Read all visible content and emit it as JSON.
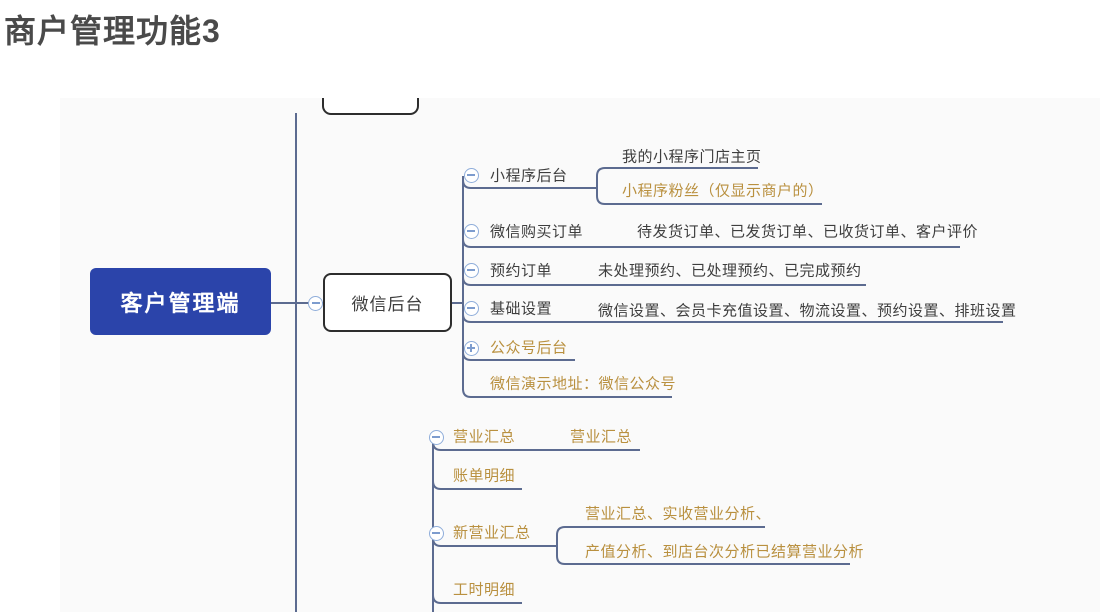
{
  "title": "商户管理功能3",
  "root": {
    "label": "客户管理端"
  },
  "wechat": {
    "label": "微信后台",
    "rows": {
      "mini_program": {
        "label": "小程序后台",
        "children": {
          "home": "我的小程序门店主页",
          "fans": "小程序粉丝（仅显示商户的）"
        }
      },
      "purchase_order": {
        "label": "微信购买订单",
        "content": "待发货订单、已发货订单、已收货订单、客户评价"
      },
      "booking_order": {
        "label": "预约订单",
        "content": "未处理预约、已处理预约、已完成预约"
      },
      "basic_setting": {
        "label": "基础设置",
        "content": "微信设置、会员卡充值设置、物流设置、预约设置、排班设置"
      },
      "official_account": {
        "label": "公众号后台"
      },
      "demo_address": {
        "label": "微信演示地址：微信公众号"
      }
    }
  },
  "reports": {
    "rows": {
      "business_summary": {
        "label": "营业汇总",
        "content": "营业汇总"
      },
      "bill_detail": {
        "label": "账单明细"
      },
      "new_business_summary": {
        "label": "新营业汇总",
        "children": {
          "line1": "营业汇总、实收营业分析、",
          "line2": "产值分析、到店台次分析已结算营业分析"
        }
      },
      "work_hour_detail": {
        "label": "工时明细"
      }
    }
  },
  "icons": {
    "collapse": "minus-circle-icon",
    "expand": "plus-circle-icon"
  },
  "colors": {
    "root_fill": "#2b44aa",
    "node_border": "#2d2d2d",
    "orange_text": "#b9903f",
    "dark_text": "#3e3e3e",
    "line": "#5c6b90",
    "toggle_stroke": "#8fadda",
    "canvas_bg": "#fafafa",
    "title_text": "#4a4a4a"
  }
}
